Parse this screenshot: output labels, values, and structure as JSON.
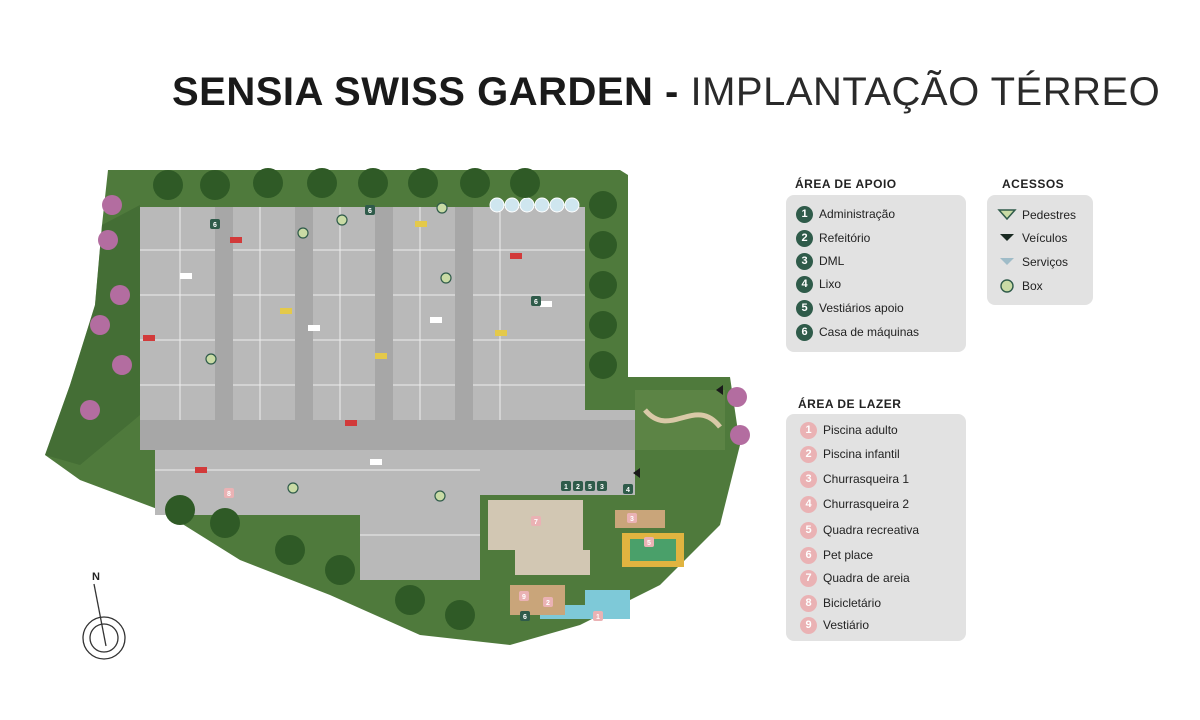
{
  "title": {
    "bold": "SENSIA SWISS GARDEN - ",
    "light": "IMPLANTAÇÃO TÉRREO"
  },
  "compass": {
    "letter": "N"
  },
  "legend": {
    "apoio": {
      "heading": "ÁREA DE APOIO",
      "items": [
        {
          "num": "1",
          "label": "Administração"
        },
        {
          "num": "2",
          "label": "Refeitório"
        },
        {
          "num": "3",
          "label": "DML"
        },
        {
          "num": "4",
          "label": "Lixo"
        },
        {
          "num": "5",
          "label": "Vestiários apoio"
        },
        {
          "num": "6",
          "label": "Casa de máquinas"
        }
      ]
    },
    "acessos": {
      "heading": "ACESSOS",
      "items": [
        {
          "icon": "pedestrian-access-icon",
          "label": "Pedestres"
        },
        {
          "icon": "vehicle-access-icon",
          "label": "Veículos"
        },
        {
          "icon": "service-access-icon",
          "label": "Serviços"
        },
        {
          "icon": "box-icon",
          "label": "Box"
        }
      ]
    },
    "lazer": {
      "heading": "ÁREA DE LAZER",
      "items": [
        {
          "num": "1",
          "label": "Piscina adulto"
        },
        {
          "num": "2",
          "label": "Piscina infantil"
        },
        {
          "num": "3",
          "label": "Churrasqueira 1"
        },
        {
          "num": "4",
          "label": "Churrasqueira 2"
        },
        {
          "num": "5",
          "label": "Quadra recreativa"
        },
        {
          "num": "6",
          "label": "Pet place"
        },
        {
          "num": "7",
          "label": "Quadra de areia"
        },
        {
          "num": "8",
          "label": "Bicicletário"
        },
        {
          "num": "9",
          "label": "Vestiário"
        }
      ]
    }
  },
  "map_markers": {
    "apoio": [
      "1",
      "2",
      "5",
      "3",
      "4",
      "6",
      "6",
      "6",
      "6"
    ],
    "lazer": [
      "7",
      "5",
      "3",
      "9",
      "2",
      "1",
      "8"
    ]
  },
  "colors": {
    "grass": "#4f7a3c",
    "grass_dark": "#3d6630",
    "parking": "#b9b9b9",
    "apoio_marker": "#2f5b4a",
    "lazer_marker": "#eab2b4",
    "panel": "#e2e2e2",
    "box_marker": "#c9dba5"
  }
}
